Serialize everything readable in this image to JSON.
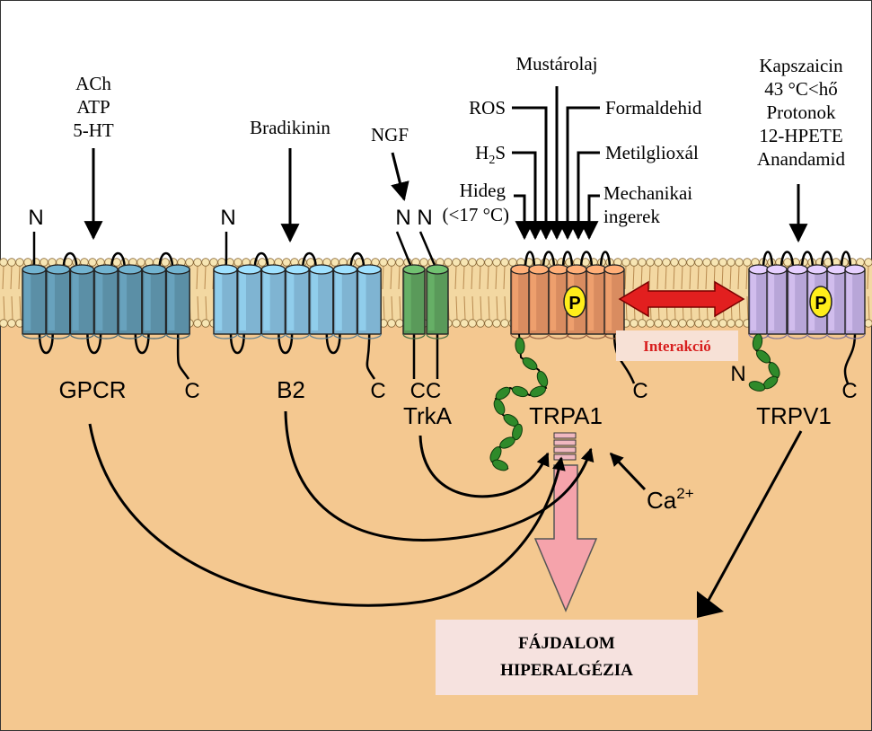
{
  "ligands": {
    "gpcr": [
      "ACh",
      "ATP",
      "5-HT"
    ],
    "b2": "Bradikinin",
    "ngf": "NGF",
    "trpa1_top": "Mustárolaj",
    "trpa1_left": [
      {
        "text": "ROS",
        "sub": "",
        "tail": ""
      },
      {
        "text": "H",
        "sub": "2",
        "tail": "S"
      },
      {
        "text": "Hideg",
        "sub": "",
        "tail": ""
      },
      {
        "text": "(<17 °C)",
        "sub": "",
        "tail": ""
      }
    ],
    "trpa1_right": [
      "Formaldehid",
      "Metilglioxál",
      "Mechanikai",
      "ingerek"
    ],
    "trpv1": [
      "Kapszaicin",
      "43 °C<hő",
      "Protonok",
      "12-HPETE",
      "Anandamid"
    ]
  },
  "receptors": {
    "gpcr": "GPCR",
    "b2": "B2",
    "trka": "TrkA",
    "trpa1": "TRPA1",
    "trpv1": "TRPV1"
  },
  "termini": {
    "n": "N",
    "c": "C",
    "nn": "N N",
    "cc": "CC"
  },
  "phospho": "P",
  "calcium": {
    "base": "Ca",
    "sup": "2+"
  },
  "interaction": "Interakció",
  "outcome": [
    "FÁJDALOM",
    "HIPERALGÉZIA"
  ],
  "colors": {
    "cytoplasm": "#f4c890",
    "membrane_head": "#f7e6b4",
    "gpcr": "#5b8fa6",
    "b2": "#7fb4d2",
    "trka": "#5a9a5a",
    "trpa1": "#d98c60",
    "trpv1": "#b8a6d8",
    "phospho": "#ffee1a",
    "interaction_arrow": "#e21f1f",
    "output_arrow": "#f5a3ab",
    "outcome_box": "#f6e2df",
    "interaction_box": "#f7e1d6",
    "interaction_text": "#d81e1e",
    "coil": "#2f8a2a"
  }
}
